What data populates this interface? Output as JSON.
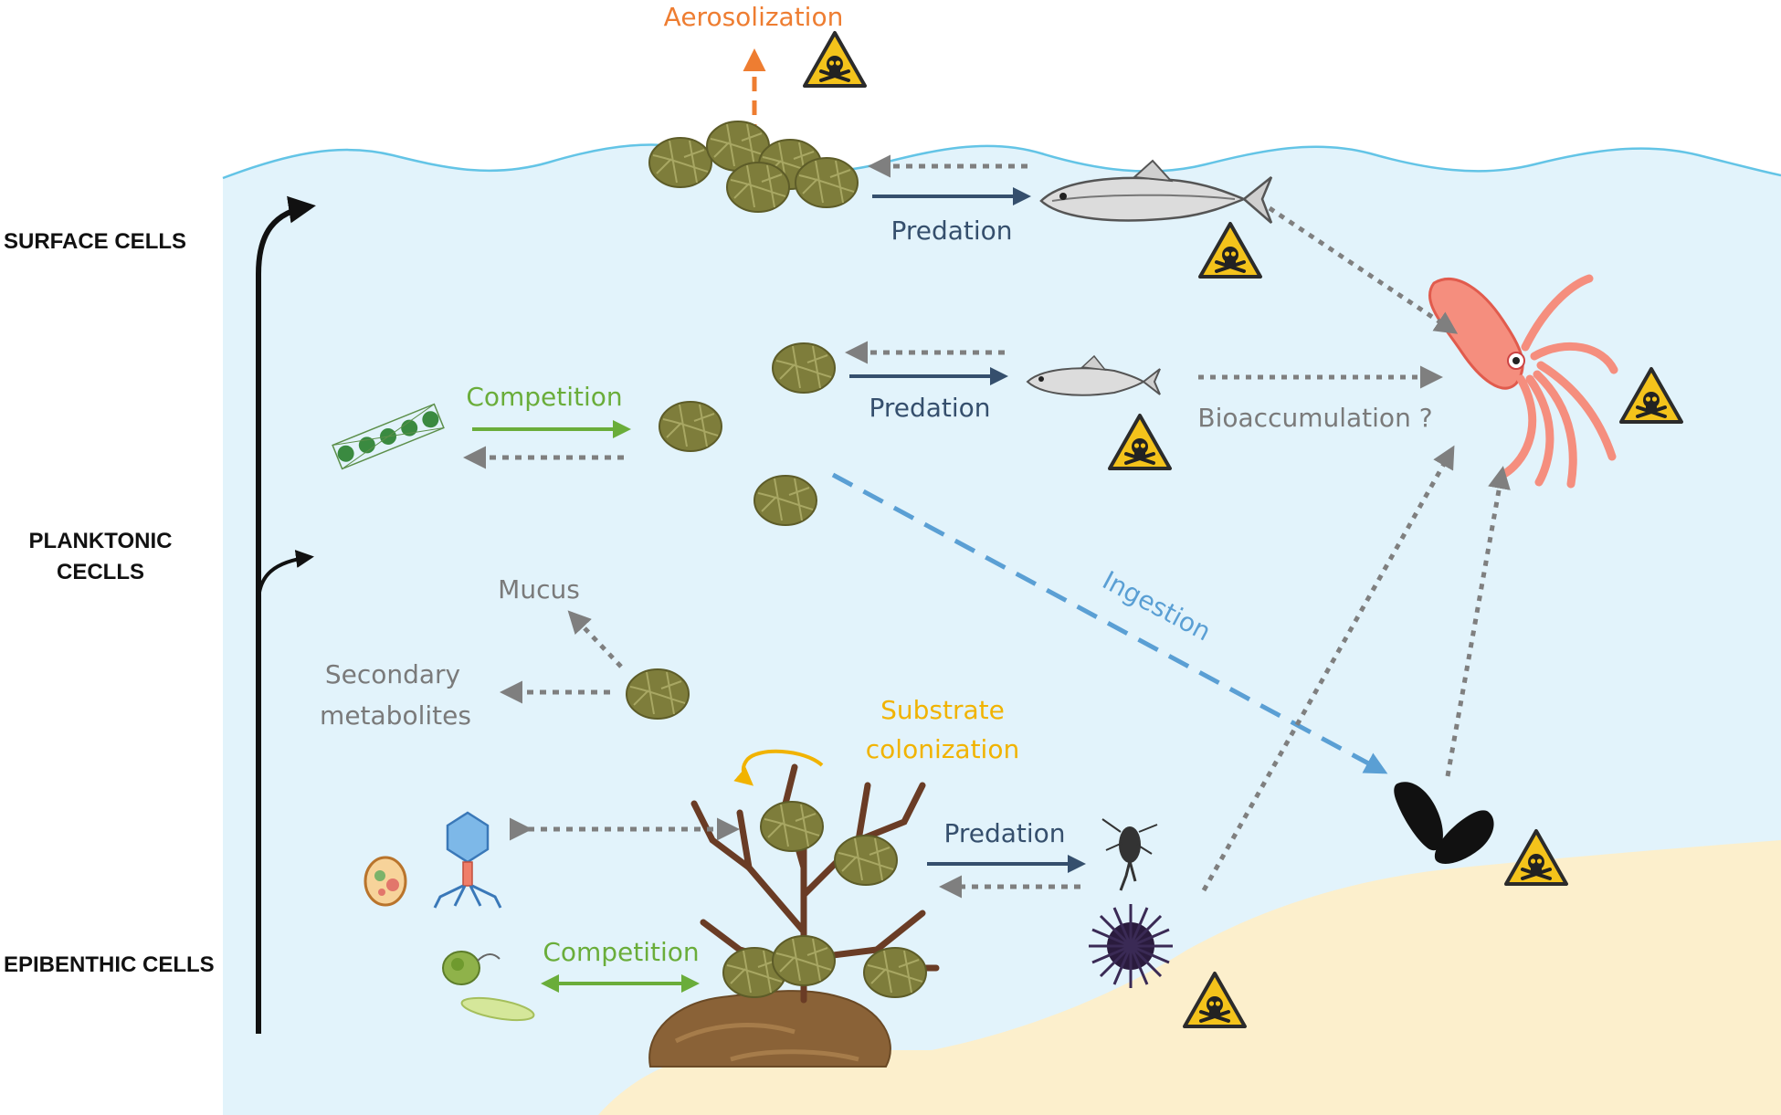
{
  "zones": {
    "surface": "SURFACE CELLS",
    "planktonic_line1": "PLANKTONIC",
    "planktonic_line2": "CECLLS",
    "epibenthic": "EPIBENTHIC CELLS"
  },
  "labels": {
    "aerosolization": "Aerosolization",
    "predation_surface": "Predation",
    "competition_plankton": "Competition",
    "predation_plankton": "Predation",
    "bioaccumulation": "Bioaccumulation ?",
    "ingestion": "Ingestion",
    "mucus": "Mucus",
    "secondary_line1": "Secondary",
    "secondary_line2": "metabolites",
    "substrate_line1": "Substrate",
    "substrate_line2": "colonization",
    "predation_benthic": "Predation",
    "competition_benthic": "Competition"
  },
  "colors": {
    "water": "#e2f3fb",
    "wave": "#63c4e6",
    "sand": "#fcefcc",
    "orange": "#ee7d31",
    "navy": "#354f6d",
    "green": "#6aad3a",
    "gray": "#8a8a8a",
    "blue_dash": "#5a9fd4",
    "yellow": "#f1b300",
    "hazard": "#f4c31b",
    "cell": "#7e7d3b"
  },
  "icons": {
    "toxin": "skull-hazard-icon",
    "cell": "dinoflagellate-cell-icon",
    "fish": "fish-icon",
    "squid": "squid-icon",
    "mussel": "mussel-icon",
    "urchin": "sea-urchin-icon",
    "copepod": "copepod-icon",
    "virus": "bacteriophage-icon",
    "coral": "coral-algae-icon",
    "diatom": "diatom-chain-icon"
  }
}
